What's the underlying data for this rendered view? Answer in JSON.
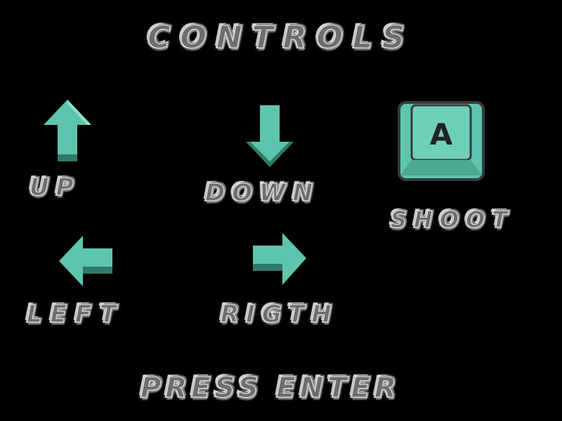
{
  "screen": {
    "title": "CONTROLS",
    "prompt": "PRESS ENTER"
  },
  "controls": [
    {
      "action": "up",
      "label": "UP",
      "icon": "arrow-up-icon"
    },
    {
      "action": "down",
      "label": "DOWN",
      "icon": "arrow-down-icon"
    },
    {
      "action": "left",
      "label": "LEFT",
      "icon": "arrow-left-icon"
    },
    {
      "action": "right",
      "label": "RIGTH",
      "icon": "arrow-right-icon"
    },
    {
      "action": "shoot",
      "label": "SHOOT",
      "icon": "key-a-icon",
      "key": "A"
    }
  ],
  "colors": {
    "background": "#000000",
    "arrow_fill": "#5fc4ae",
    "arrow_shade": "#2f7a6a",
    "key_face": "#5fc4ae",
    "key_border": "#3a3a3a",
    "text_grunge": "#bdbdbd"
  }
}
